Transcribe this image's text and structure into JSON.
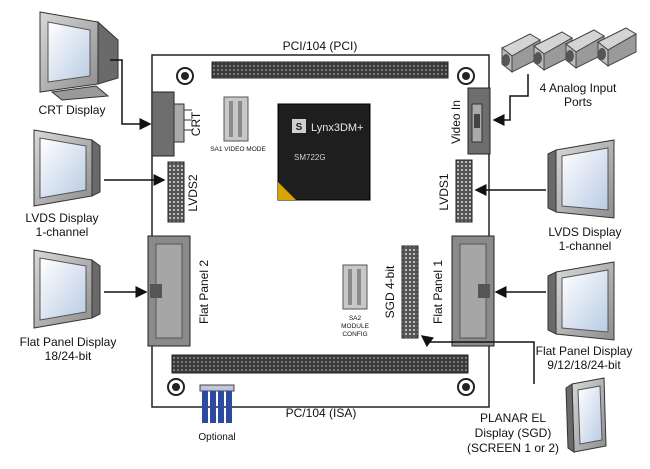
{
  "board": {
    "pci_label": "PCI/104 (PCI)",
    "isa_label": "PC/104 (ISA)",
    "chip_name": "Lynx3DM+",
    "chip_part": "SM722G",
    "chip_logo": "S"
  },
  "connectors": {
    "crt": "CRT",
    "lvds2": "LVDS2",
    "lvds1": "LVDS1",
    "flat_panel_2": "Flat Panel 2",
    "flat_panel_1": "Flat Panel 1",
    "video_in": "Video In",
    "sgd": "SGD 4-bit"
  },
  "switches": {
    "sa1": "SA1 VIDEO MODE",
    "sa2": [
      "SA2",
      "MODULE",
      "CONFIG"
    ]
  },
  "optional_label": "Optional",
  "devices": {
    "crt_display": "CRT Display",
    "lvds_left": [
      "LVDS Display",
      "1-channel"
    ],
    "flat_left": [
      "Flat Panel Display",
      "18/24-bit"
    ],
    "analog_ports": [
      "4 Analog Input",
      "Ports"
    ],
    "lvds_right": [
      "LVDS Display",
      "1-channel"
    ],
    "flat_right": [
      "Flat Panel Display",
      "9/12/18/24-bit"
    ],
    "planar": [
      "PLANAR EL",
      "Display (SGD)",
      "(SCREEN 1 or 2)"
    ]
  },
  "colors": {
    "board": "#ffffff",
    "connector": "#8a8a8a",
    "header": "#3a3a3a",
    "chip": "#1e1e1e",
    "chip_corner": "#d9a400",
    "optional": "#2b4aa0",
    "screen": "#dde8f5"
  }
}
